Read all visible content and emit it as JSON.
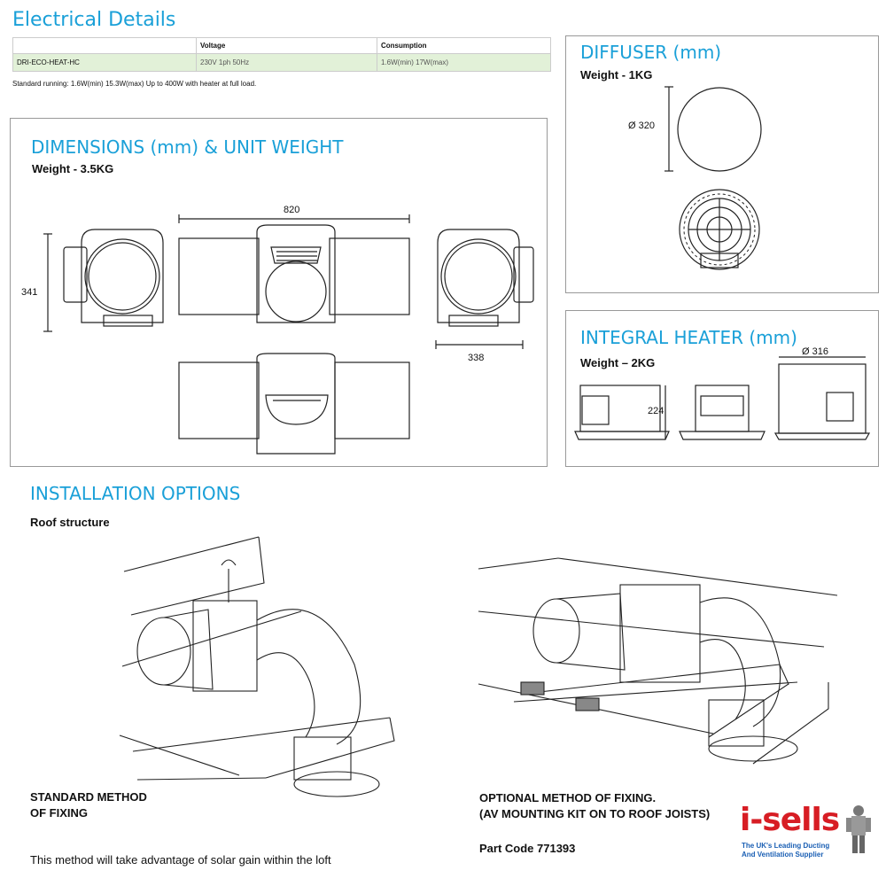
{
  "electrical": {
    "title": "Electrical Details",
    "headers": [
      "",
      "Voltage",
      "Consumption"
    ],
    "rows": [
      [
        "DRI-ECO-HEAT-HC",
        "230V 1ph 50Hz",
        "1.6W(min) 17W(max)"
      ]
    ],
    "note": "Standard running: 1.6W(min) 15.3W(max) Up to 400W with heater at full load."
  },
  "dimensions": {
    "title": "DIMENSIONS (mm) & UNIT WEIGHT",
    "weight": "Weight - 3.5KG",
    "width_label": "820",
    "height_label": "341",
    "depth_label": "338"
  },
  "diffuser": {
    "title": "DIFFUSER (mm)",
    "weight": "Weight - 1KG",
    "diameter_label": "Ø 320"
  },
  "heater": {
    "title": "INTEGRAL HEATER (mm)",
    "weight": "Weight – 2KG",
    "diameter_label": "Ø 316",
    "height_label": "224"
  },
  "installation": {
    "title": "INSTALLATION OPTIONS",
    "subtitle": "Roof structure",
    "standard_line1": "STANDARD METHOD",
    "standard_line2": "OF FIXING",
    "standard_note": "This method will take advantage of solar gain within the loft",
    "optional_line1": "OPTIONAL METHOD OF FIXING.",
    "optional_line2": "(AV MOUNTING KIT ON TO ROOF JOISTS)",
    "part_code": "Part Code 771393"
  },
  "brand": {
    "name": "i-sells",
    "tagline1": "The UK's Leading Ducting",
    "tagline2": "And Ventilation Supplier",
    "color": "#d71d24",
    "tag_color": "#1a5fb4"
  }
}
